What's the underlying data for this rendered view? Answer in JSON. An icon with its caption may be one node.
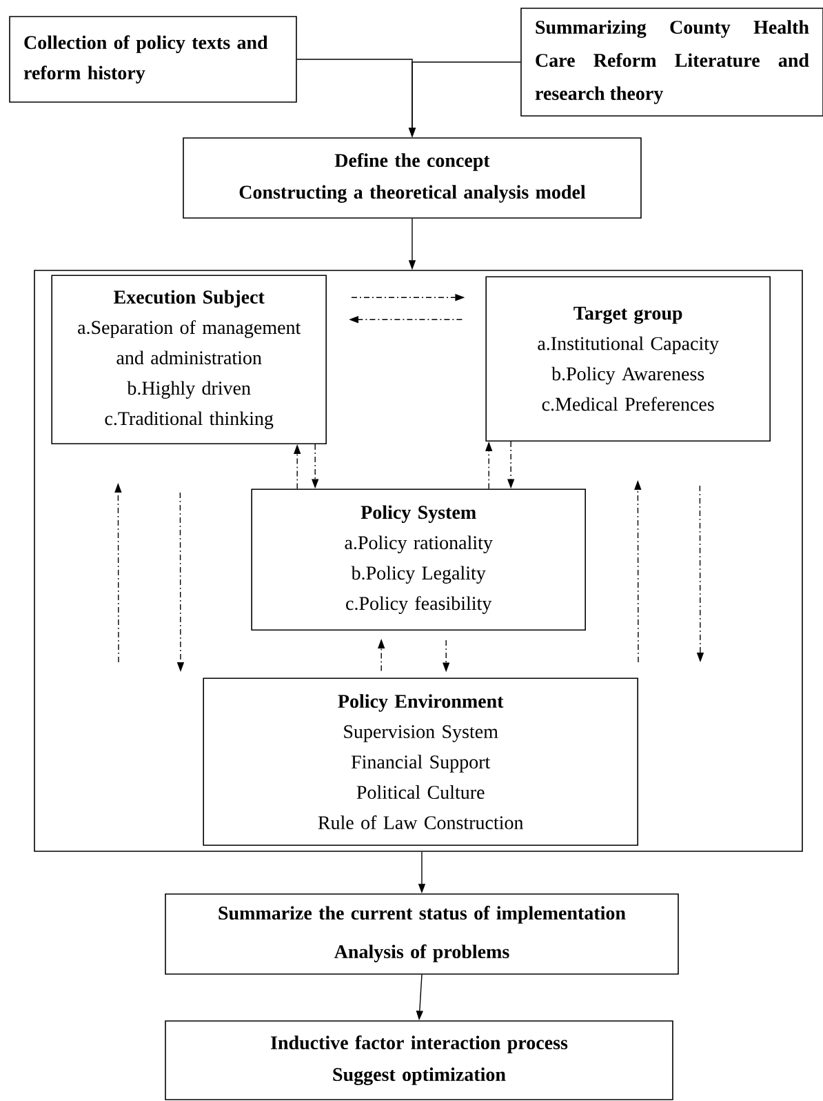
{
  "diagram": {
    "nodes": [
      {
        "text": [
          "Collection of policy texts and reform history"
        ]
      },
      {
        "text": [
          "Summarizing County Health Care Reform Literature and research theory"
        ]
      },
      {
        "text": [
          "Define the concept",
          "Constructing a theoretical analysis model"
        ]
      },
      {
        "text": [],
        "shape": "box"
      },
      {
        "text": [
          "Execution Subject",
          "a.Separation of management and administration",
          "b.Highly driven",
          "c.Traditional thinking"
        ],
        "in": 3
      },
      {
        "text": [
          "Target group",
          "a.Institutional Capacity",
          "b.Policy Awareness",
          "c.Medical Preferences"
        ],
        "in": 3
      },
      {
        "text": [
          "Policy System",
          "a.Policy rationality",
          "b.Policy Legality",
          "c.Policy feasibility"
        ],
        "in": 3
      },
      {
        "text": [
          "Policy Environment",
          "Supervision System",
          "Financial Support",
          "Political Culture",
          "Rule of Law Construction"
        ],
        "in": 3
      },
      {
        "text": [
          "Summarize the current status of implementation",
          "Analysis of problems"
        ]
      },
      {
        "text": [
          "Inductive factor interaction process",
          "Suggest optimization"
        ]
      }
    ],
    "edges": [
      {
        "from": 0,
        "to": 2,
        "arrow": "to"
      },
      {
        "from": 1,
        "to": 2,
        "arrow": "to"
      },
      {
        "from": 2,
        "to": 3,
        "arrow": "to"
      },
      {
        "from": 4,
        "to": 5,
        "arrow": "to",
        "style": "dashed"
      },
      {
        "from": 5,
        "to": 4,
        "arrow": "to",
        "style": "dashed"
      },
      {
        "from": 6,
        "to": 4,
        "arrow": "to",
        "style": "dashed"
      },
      {
        "from": 4,
        "to": 6,
        "arrow": "to",
        "style": "dashed"
      },
      {
        "from": 6,
        "to": 5,
        "arrow": "to",
        "style": "dashed"
      },
      {
        "from": 5,
        "to": 6,
        "arrow": "to",
        "style": "dashed"
      },
      {
        "from": null,
        "to": 4,
        "arrow": "to",
        "style": "dashed"
      },
      {
        "from": 4,
        "to": null,
        "arrow": "to",
        "style": "dashed"
      },
      {
        "from": 7,
        "to": 6,
        "arrow": "to",
        "style": "dashed"
      },
      {
        "from": 6,
        "to": 7,
        "arrow": "to",
        "style": "dashed"
      },
      {
        "from": null,
        "to": 5,
        "arrow": "to",
        "style": "dashed"
      },
      {
        "from": 5,
        "to": null,
        "arrow": "to",
        "style": "dashed"
      },
      {
        "from": 3,
        "to": 8,
        "arrow": "to"
      },
      {
        "from": 8,
        "to": 9,
        "arrow": "to"
      }
    ]
  }
}
